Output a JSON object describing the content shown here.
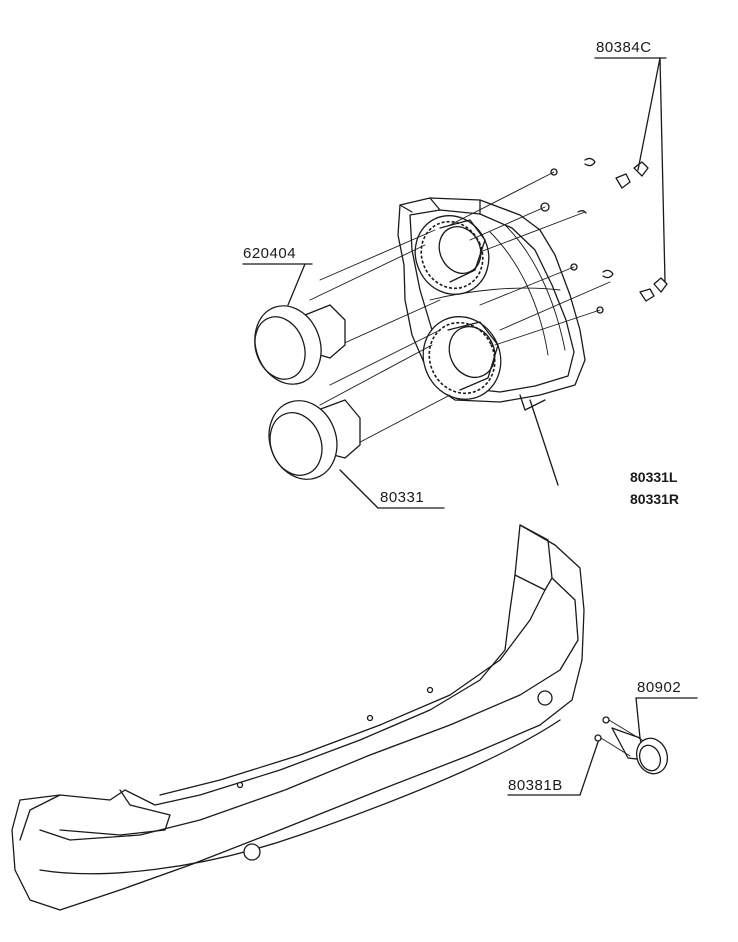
{
  "callouts": {
    "clip_set": "80384C",
    "bulb": "620404",
    "lamp_socket": "80331",
    "tail_lamp_left": "80331L",
    "tail_lamp_right": "80331R",
    "reflector": "80902",
    "reflector_clip": "80381B"
  }
}
